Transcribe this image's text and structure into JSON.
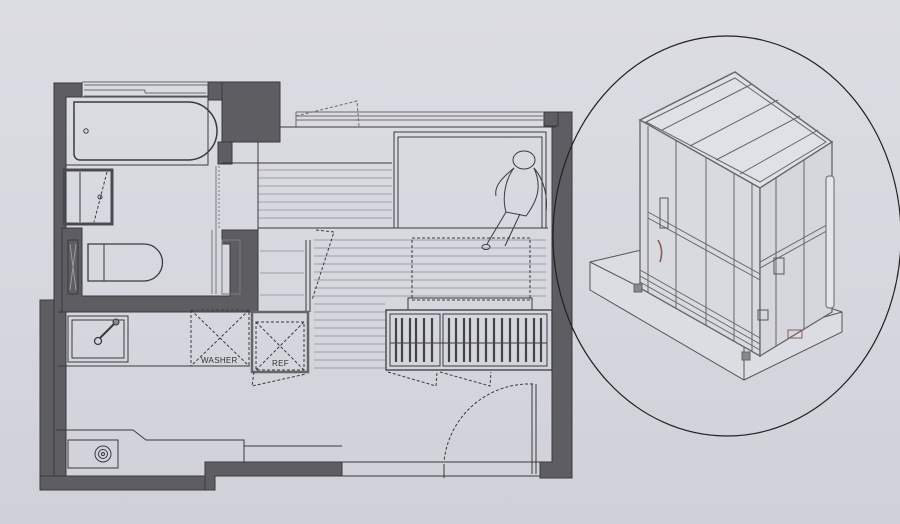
{
  "drawing": {
    "type": "architectural floor plan with isometric detail",
    "colors": {
      "paper": "#d8d9df",
      "wall": "#5e5e62",
      "line": "#3a3a3e",
      "light_line": "#7a7a80"
    },
    "floor_plan": {
      "labels": {
        "washer": "WASHER",
        "refrigerator": "REF"
      },
      "fixtures": [
        "bathtub",
        "shower-niche",
        "toilet",
        "kitchen-sink",
        "washer",
        "refrigerator",
        "stove",
        "bed",
        "sofa",
        "radiator",
        "swing-door",
        "sliding-window"
      ]
    },
    "isometric_detail": {
      "subject": "prefabricated bathroom pod frame on base"
    }
  }
}
